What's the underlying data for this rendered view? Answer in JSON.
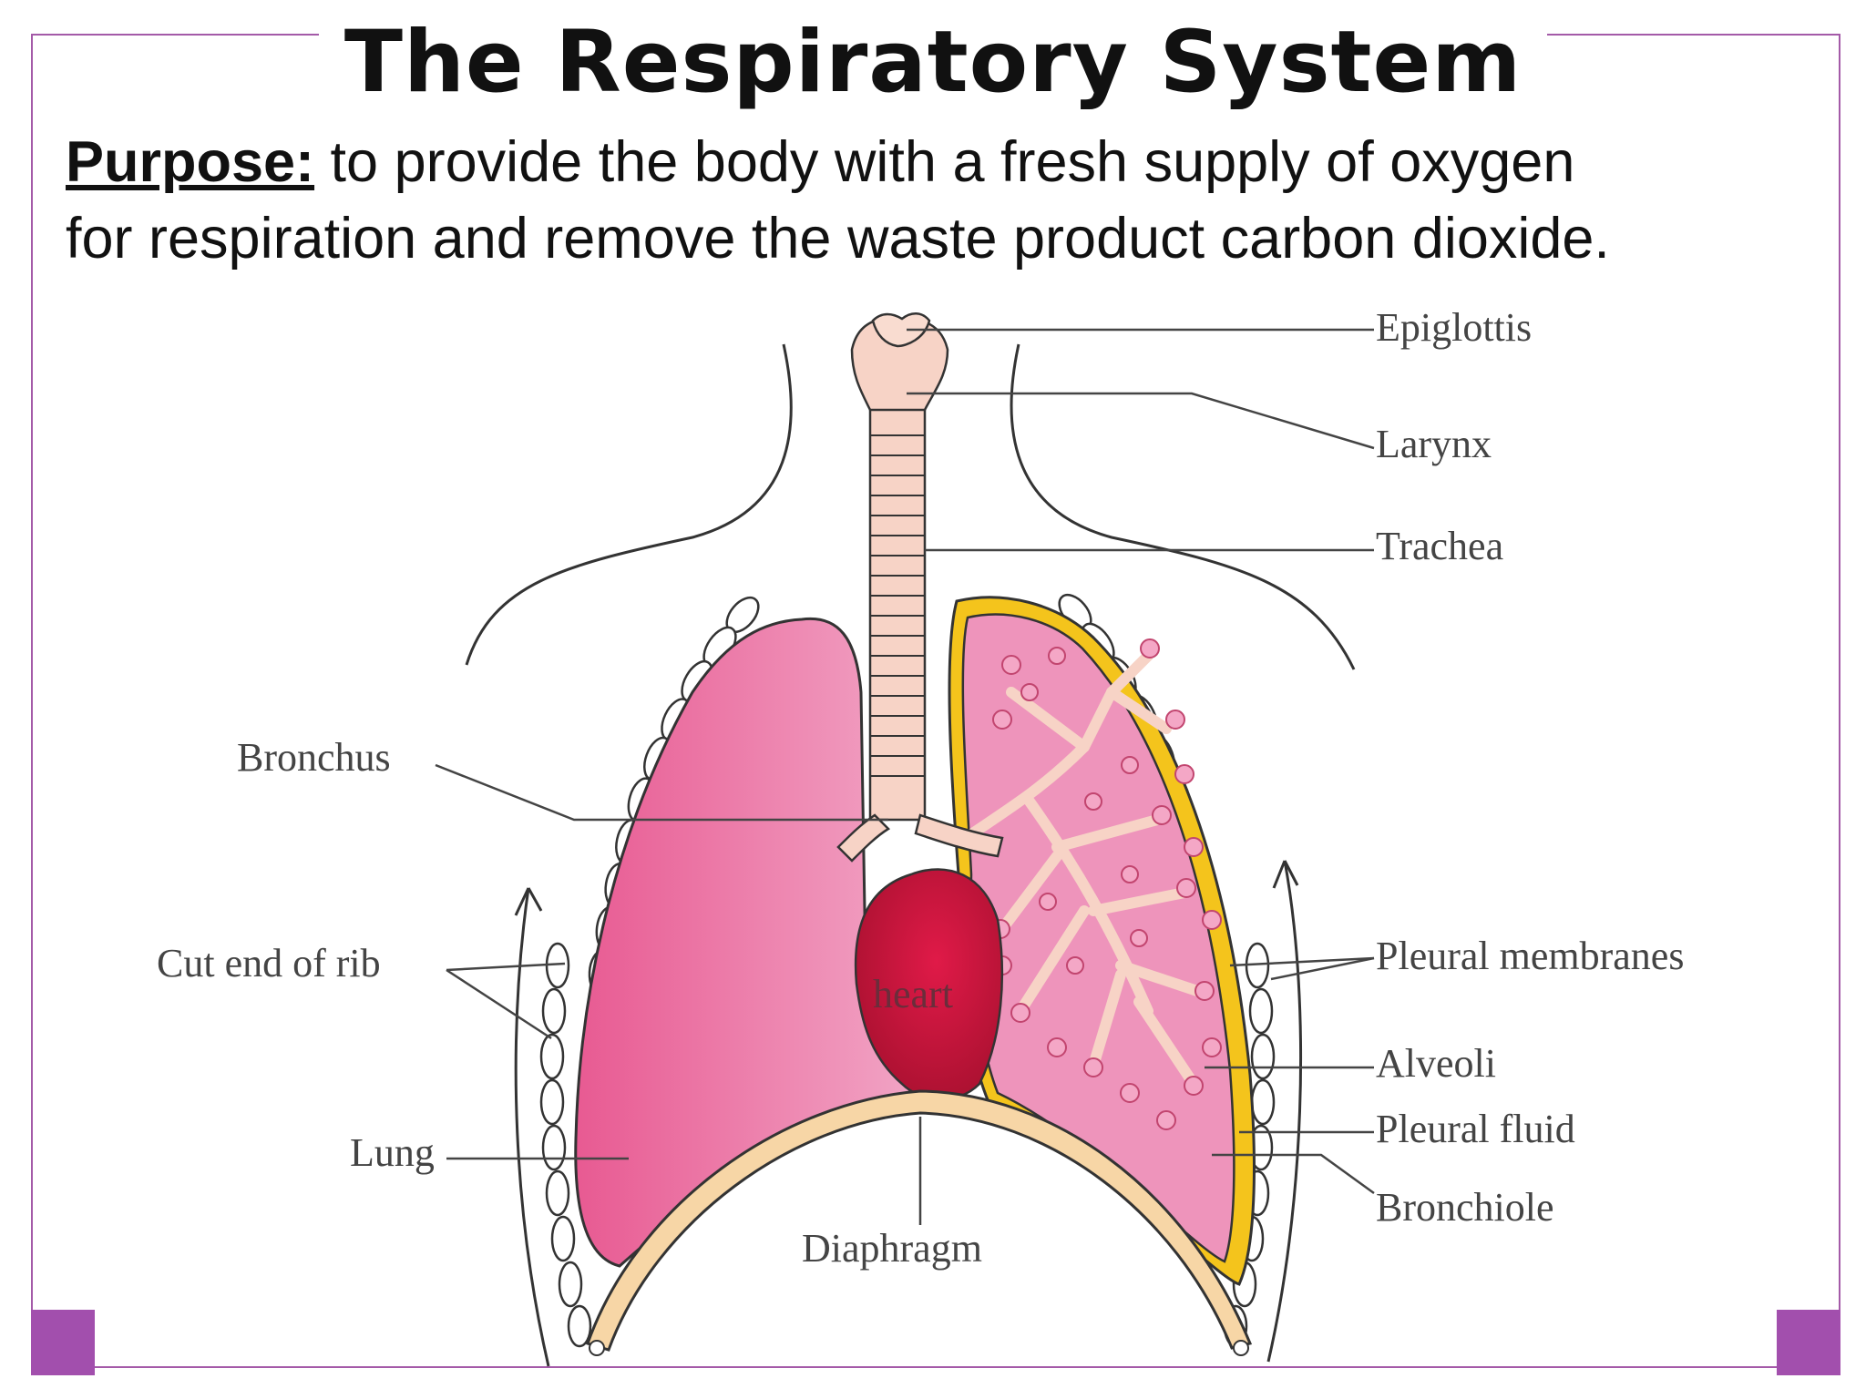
{
  "title": "The Respiratory System",
  "purpose": {
    "label": "Purpose:",
    "text_line1": " to provide the body with a fresh supply of oxygen",
    "text_line2": "for respiration and remove the waste product carbon dioxide."
  },
  "diagram": {
    "labels": {
      "epiglottis": "Epiglottis",
      "larynx": "Larynx",
      "trachea": "Trachea",
      "bronchus": "Bronchus",
      "cut_end_of_rib": "Cut end of rib",
      "lung": "Lung",
      "heart": "heart",
      "diaphragm": "Diaphragm",
      "pleural_membranes": "Pleural membranes",
      "alveoli": "Alveoli",
      "pleural_fluid": "Pleural fluid",
      "bronchiole": "Bronchiole"
    }
  },
  "colors": {
    "accent": "#a24fad",
    "lung_left": "#e9679a",
    "lung_right": "#ee8bb4",
    "heart": "#c0163a",
    "diaphragm": "#f7d6a6",
    "pleura": "#f2c21b",
    "trachea": "#f7d3c6"
  }
}
